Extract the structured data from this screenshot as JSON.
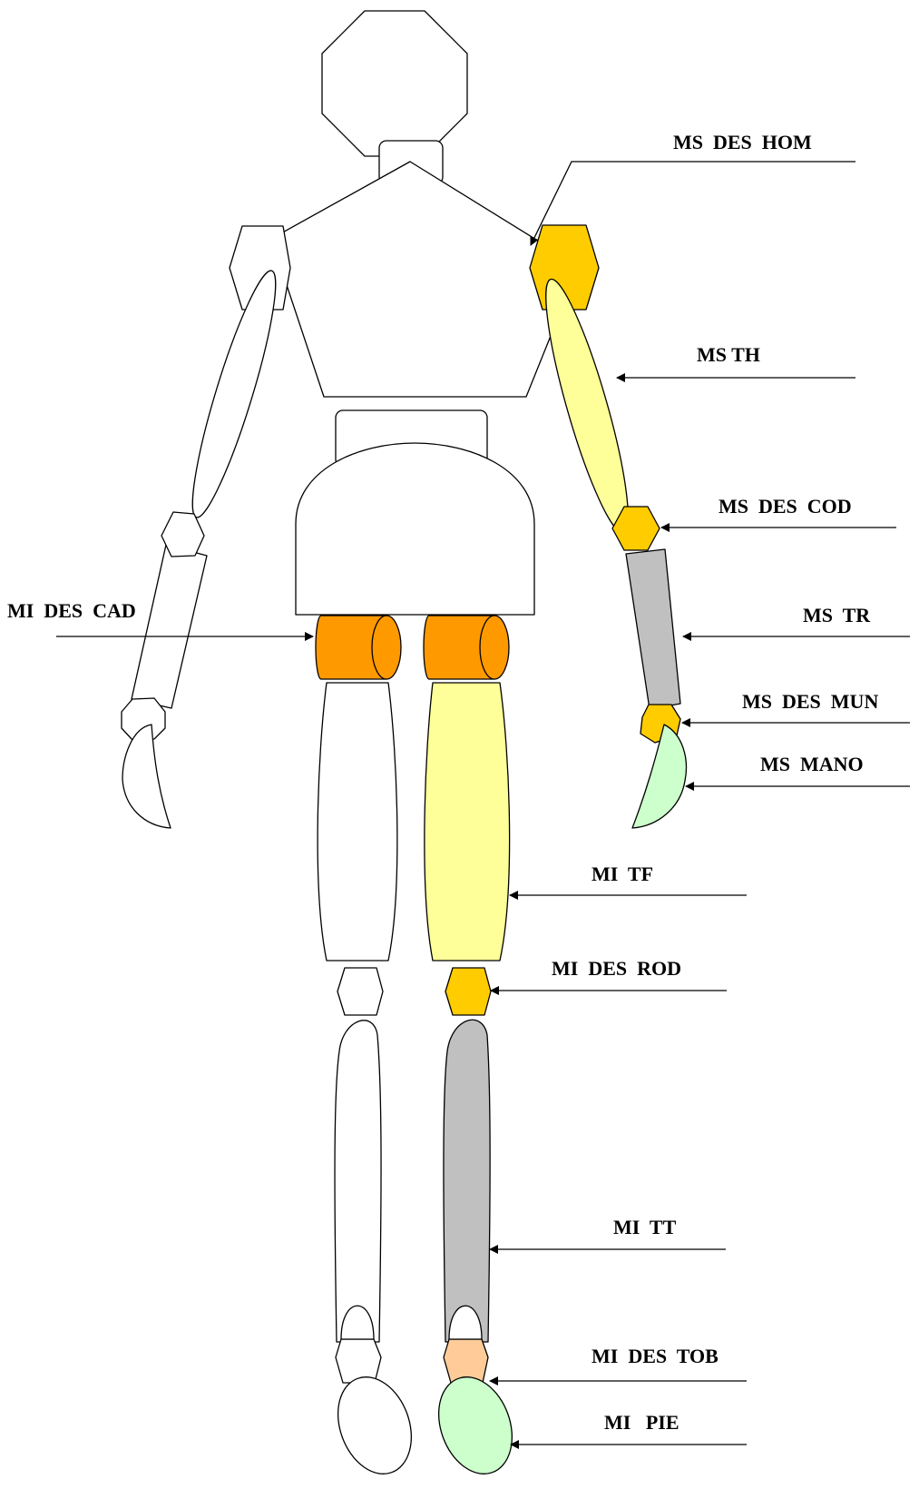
{
  "colors": {
    "outline": "#000000",
    "body": "#ffffff",
    "joint_yellow": "#ffcc00",
    "joint_orange": "#ff9900",
    "segment_light_yellow": "#ffff99",
    "segment_gray": "#c0c0c0",
    "segment_light_green": "#ccffcc",
    "segment_peach": "#ffcc99"
  },
  "labels": {
    "ms_des_hom": "MS  DES  HOM",
    "ms_th": "MS TH",
    "ms_des_cod": "MS  DES  COD",
    "ms_tr": "MS  TR",
    "ms_des_mun": "MS  DES  MUN",
    "ms_mano": "MS  MANO",
    "mi_des_cad": "MI  DES  CAD",
    "mi_tf": "MI  TF",
    "mi_des_rod": "MI  DES  ROD",
    "mi_tt": "MI  TT",
    "mi_des_tob": "MI  DES  TOB",
    "mi_pie": "MI   PIE"
  }
}
